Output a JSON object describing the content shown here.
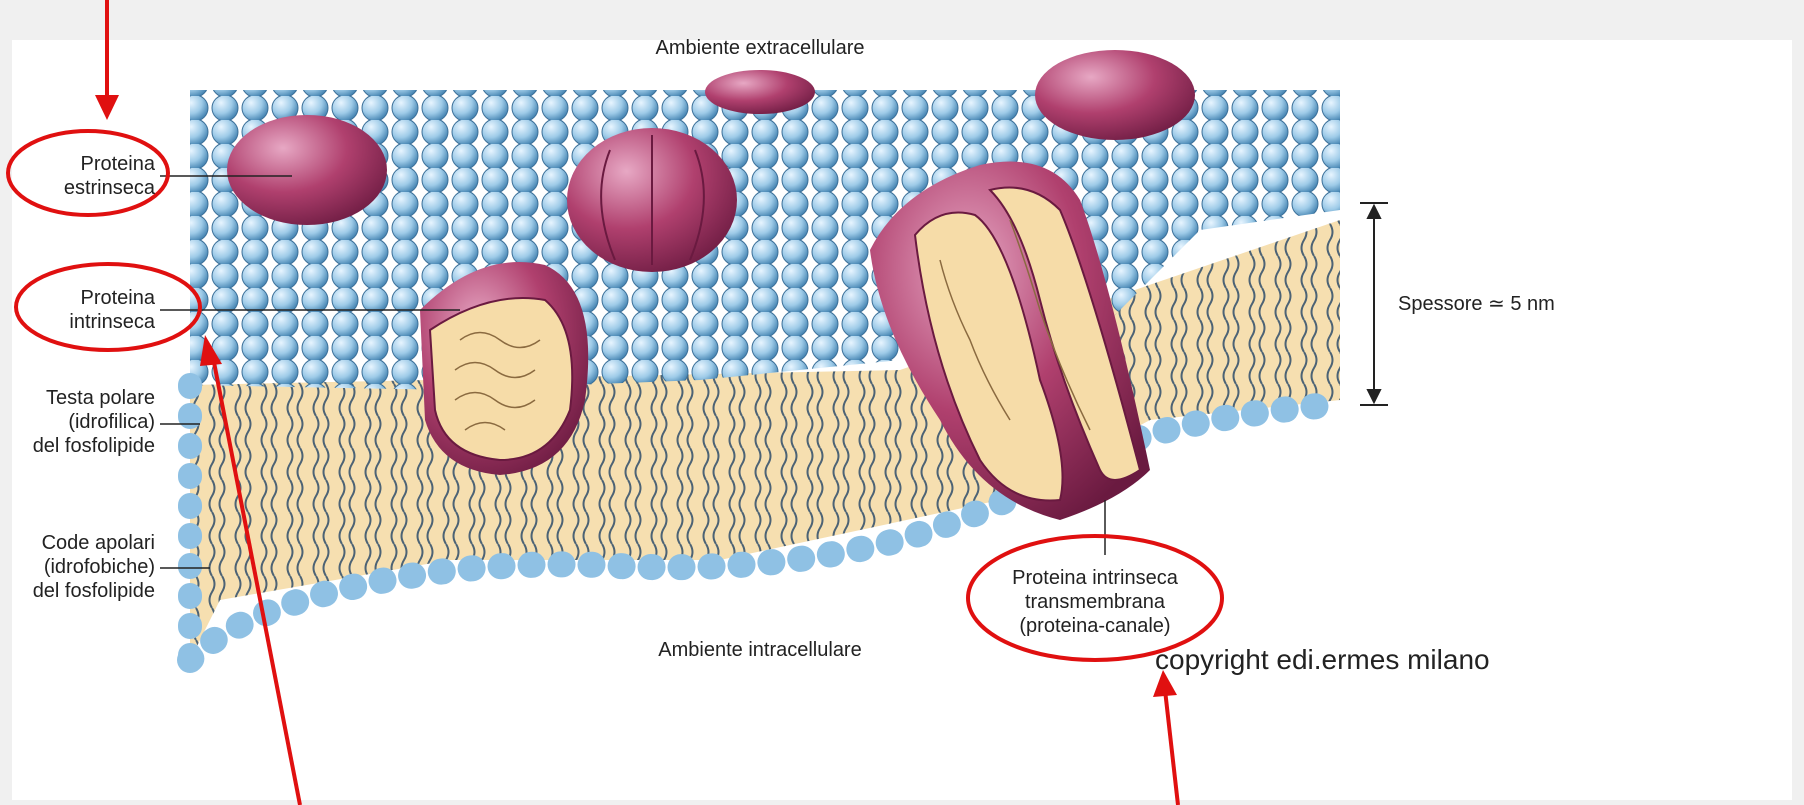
{
  "labels": {
    "extracellular": "Ambiente extracellulare",
    "intracellular": "Ambiente intracellulare",
    "extrinsic_protein": [
      "Proteina",
      "estrinseca"
    ],
    "intrinsic_protein": [
      "Proteina",
      "intrinseca"
    ],
    "polar_head": [
      "Testa polare",
      "(idrofilica)",
      "del fosfolipide"
    ],
    "apolar_tails": [
      "Code apolari",
      "(idrofobiche)",
      "del fosfolipide"
    ],
    "thickness": "Spessore ≃ 5 nm",
    "channel_protein": [
      "Proteina intrinseca",
      "transmembrana",
      "(proteina-canale)"
    ],
    "copyright": "copyright edi.ermes milano"
  },
  "colors": {
    "annotation_red": "#e01010",
    "membrane_core": "#f6dfb0",
    "lipid_head": "#9ecbe8",
    "protein": "#b0406e",
    "protein_section": "#f6dca8"
  }
}
